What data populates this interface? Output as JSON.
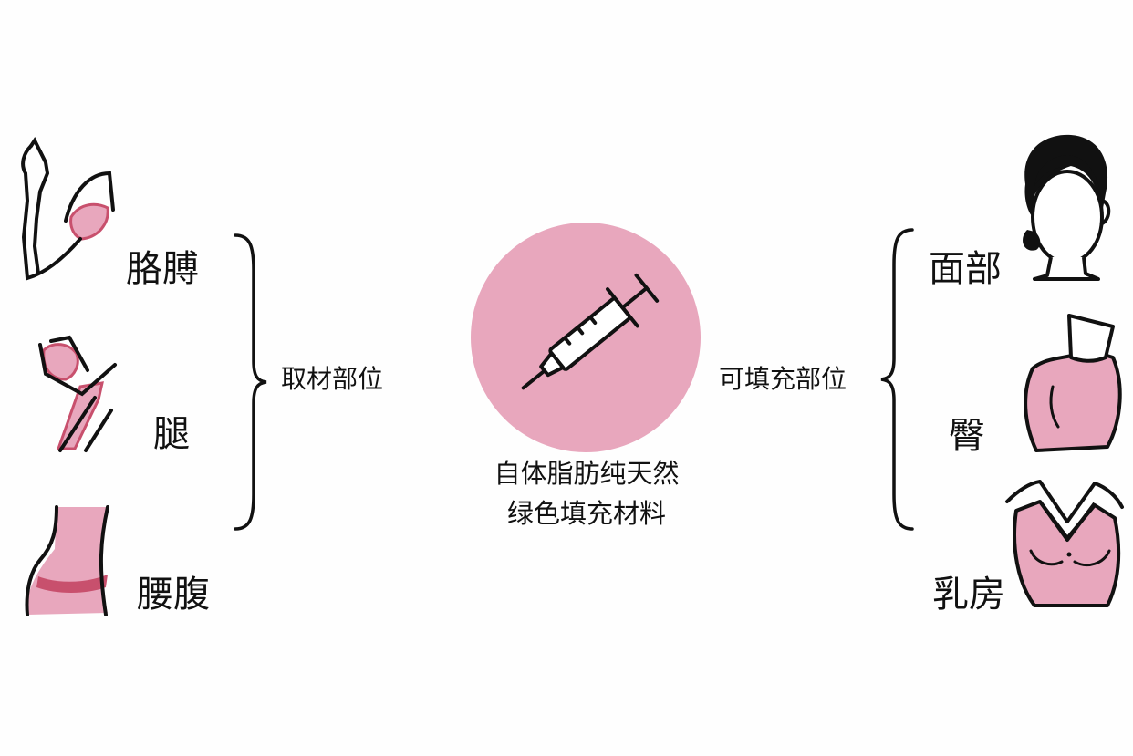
{
  "colors": {
    "pink": "#e8a7bd",
    "pink_dark": "#c8506d",
    "ink": "#111111"
  },
  "left": {
    "items": [
      {
        "label": "胳膊",
        "icon": "arm-icon"
      },
      {
        "label": "腿",
        "icon": "leg-icon"
      },
      {
        "label": "腰腹",
        "icon": "waist-icon"
      }
    ],
    "group_label": "取材部位"
  },
  "center": {
    "icon": "syringe-icon",
    "caption_line1": "自体脂肪纯天然",
    "caption_line2": "绿色填充材料"
  },
  "right": {
    "group_label": "可填充部位",
    "items": [
      {
        "label": "面部",
        "icon": "face-icon"
      },
      {
        "label": "臀",
        "icon": "buttocks-icon"
      },
      {
        "label": "乳房",
        "icon": "breast-icon"
      }
    ]
  }
}
